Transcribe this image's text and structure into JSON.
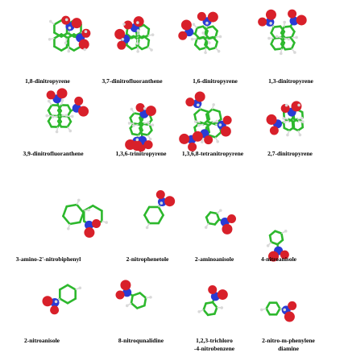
{
  "colors": {
    "carbon": "#2db82d",
    "nitrogen": "#2a3bd4",
    "oxygen": "#d8202a",
    "hydrogen": "#d9d9d9",
    "label": "#000000",
    "background": "#ffffff"
  },
  "molecules": [
    {
      "label": "1,8-dinitropyrene"
    },
    {
      "label": "3,7-dinitrofluoranthene"
    },
    {
      "label": "1,6-dinitropyrene"
    },
    {
      "label": "1,3-dinitropyrene"
    },
    {
      "label": "3,9-dinitrofluoranthene"
    },
    {
      "label": "1,3,6-trinitropyrene"
    },
    {
      "label": "1,3,6,8-tetranitropyrene"
    },
    {
      "label": "2,7-dinitropyrene"
    },
    {
      "label": "3-amino-2'-nitrobiphenyl"
    },
    {
      "label": "2-nitrophenetole"
    },
    {
      "label": "2-aminoanisole"
    },
    {
      "label": "4-nitroanisole"
    },
    {
      "label": "2-nitroanisole"
    },
    {
      "label": "8-nitroqunalidine"
    },
    {
      "label": "1,2,3-trichloro",
      "label2": "-4-nitrobenzene"
    },
    {
      "label": "2-nitro-m-phenylene",
      "label2": "diamine"
    }
  ]
}
